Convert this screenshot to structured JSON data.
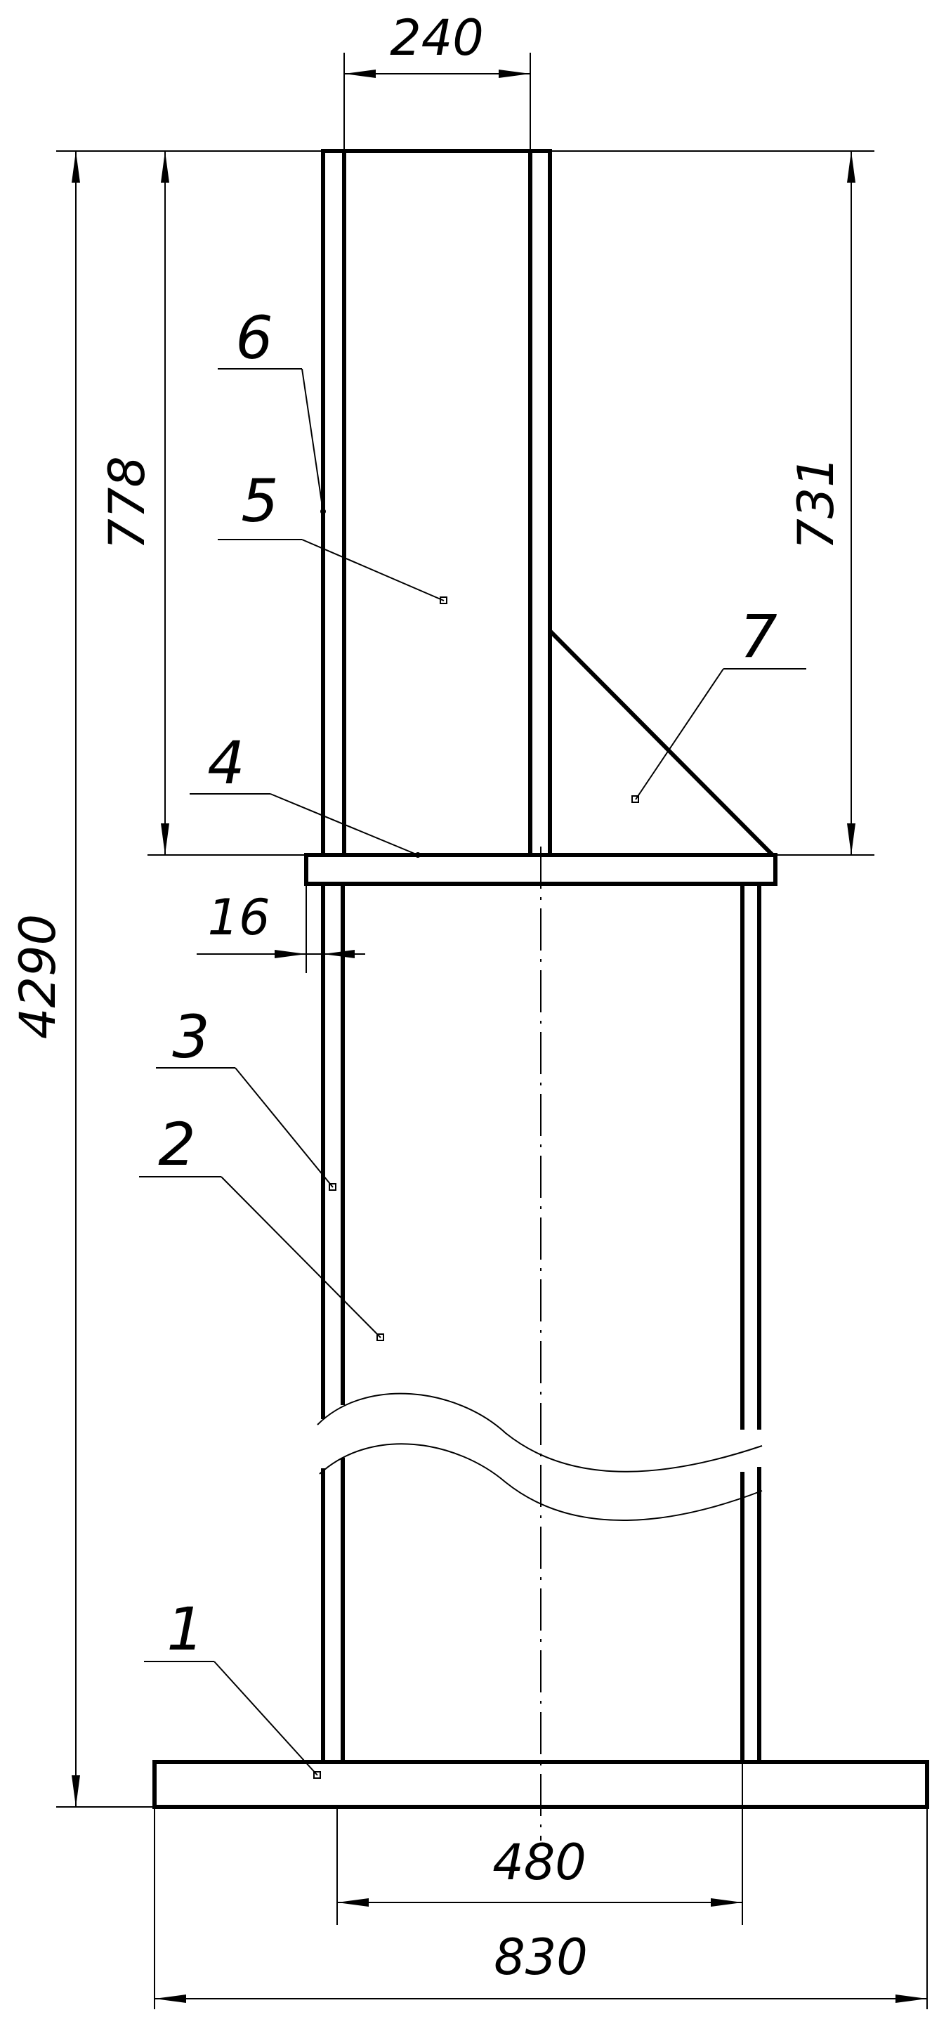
{
  "dimensions": {
    "top_width": "240",
    "left_upper_height": "778",
    "right_upper_height": "731",
    "total_height": "4290",
    "wall_thickness": "16",
    "inner_width": "480",
    "base_width": "830"
  },
  "part_labels": {
    "p1": "1",
    "p2": "2",
    "p3": "3",
    "p4": "4",
    "p5": "5",
    "p6": "6",
    "p7": "7"
  },
  "colors": {
    "line": "#000000",
    "background": "#ffffff"
  }
}
